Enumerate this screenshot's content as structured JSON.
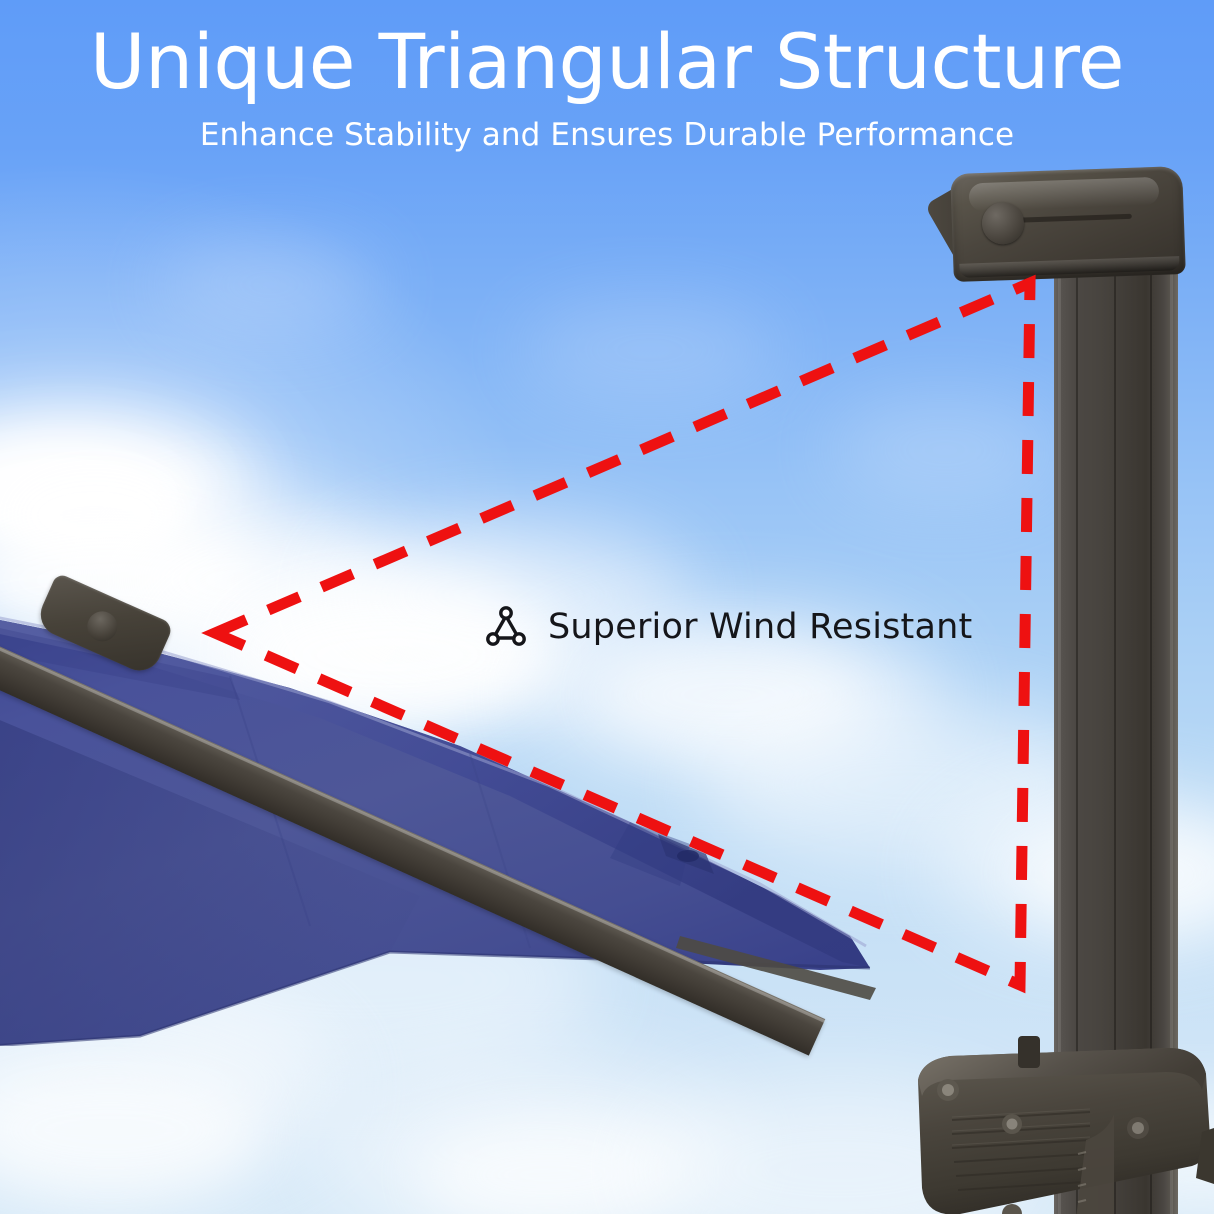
{
  "header": {
    "title": "Unique Triangular Structure",
    "subtitle": "Enhance Stability and Ensures Durable Performance",
    "title_color": "#ffffff",
    "subtitle_color": "#ffffff"
  },
  "annotation": {
    "label": "Superior Wind Resistant",
    "label_color": "#15161a",
    "icon": "triangle-nodes-icon",
    "highlight_shape": "triangle",
    "highlight_color": "#ee1111",
    "highlight_style": "dashed"
  },
  "product": {
    "type": "cantilever-patio-umbrella",
    "canopy_color": "#4b5496",
    "frame_color": "#403b34",
    "pole_color": "#48443f"
  },
  "scene": {
    "background": "blue-sky-with-clouds",
    "sky_top_color": "#5f9cf8",
    "sky_bottom_color": "#d8eaf8",
    "cloud_color": "#ffffff"
  },
  "triangle_points": {
    "left_vertex": "215,633",
    "top_right_vertex": "1030,283",
    "bottom_right_vertex": "1020,985"
  }
}
